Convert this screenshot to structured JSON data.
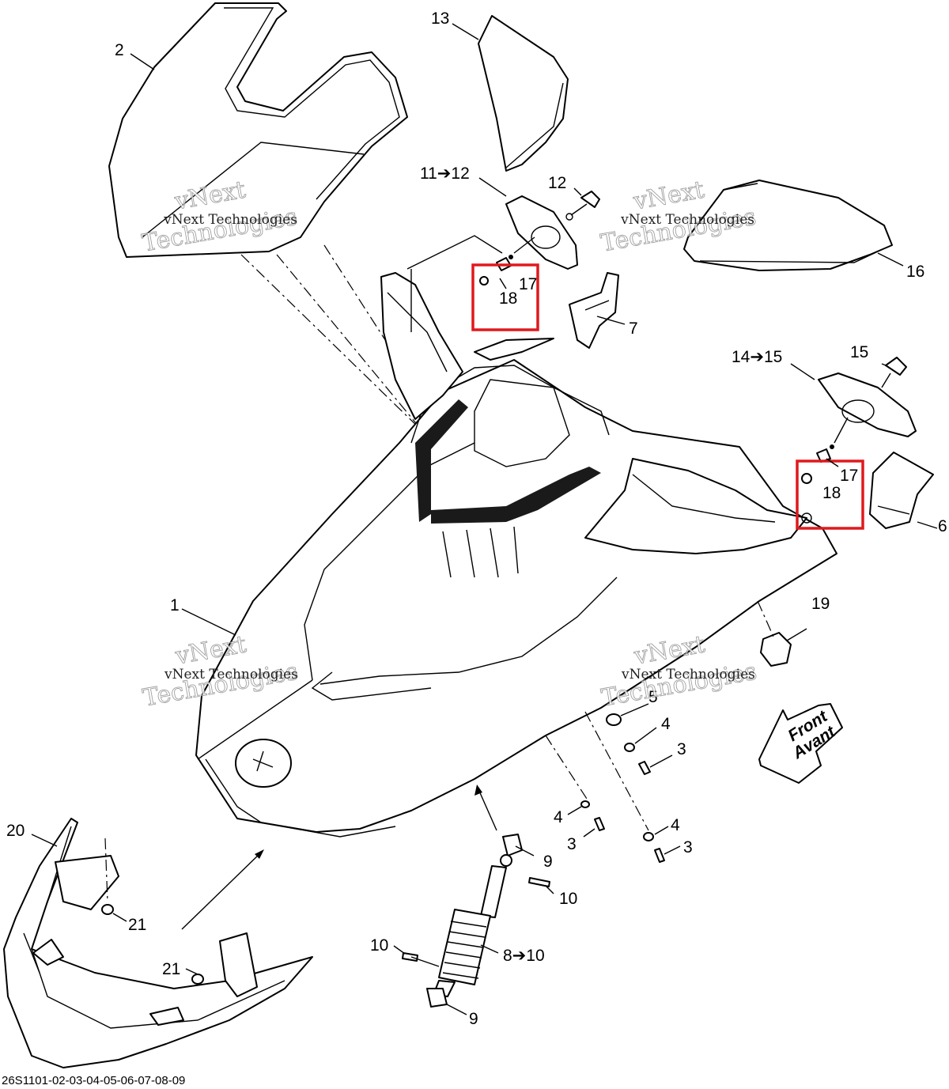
{
  "diagram": {
    "callouts": {
      "c1": "1",
      "c2": "2",
      "c3a": "3",
      "c3b": "3",
      "c3c": "3",
      "c4a": "4",
      "c4b": "4",
      "c4c": "4",
      "c5": "5",
      "c6": "6",
      "c7": "7",
      "c8": "8➔10",
      "c9a": "9",
      "c9b": "9",
      "c10a": "10",
      "c10b": "10",
      "c11": "11➔12",
      "c12": "12",
      "c13": "13",
      "c14": "14➔15",
      "c15": "15",
      "c16": "16",
      "c17a": "17",
      "c17b": "17",
      "c18a": "18",
      "c18b": "18",
      "c19": "19",
      "c20": "20",
      "c21a": "21",
      "c21b": "21"
    },
    "front_arrow": {
      "line1": "Front",
      "line2": "Avant"
    },
    "watermark": {
      "company": "vNext Technologies",
      "brand_line1": "vNext",
      "brand_line2": "Technologies"
    },
    "reference_code": "26S1101-02-03-04-05-06-07-08-09",
    "highlight_color": "#e0191d"
  }
}
